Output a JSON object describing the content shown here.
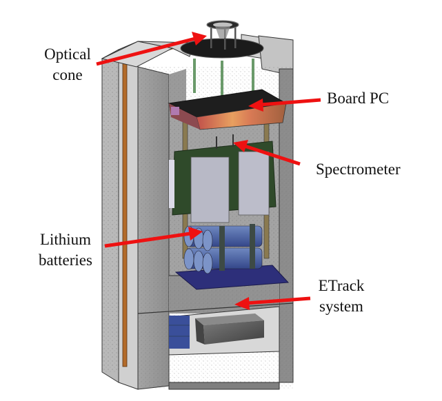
{
  "figure": {
    "subject": "Instrument enclosure cutaway",
    "labels": {
      "optical_cone": "Optical\ncone",
      "board_pc": "Board PC",
      "spectrometer": "Spectrometer",
      "lithium_batteries": "Lithium\nbatteries",
      "etrack_system": "ETrack\nsystem"
    },
    "arrow_color": "#ee1111",
    "colors": {
      "foam": "#9a9a9a",
      "foam_light": "#c9c9c9",
      "foam_dark": "#7c7c7c",
      "copper_strip": "#b26b2a",
      "board_top": "#1e1e1e",
      "board_side": "#d06a50",
      "spectrometer_panel": "#b8b9c6",
      "spectrometer_frame": "#2f4a2a",
      "battery": "#4f6aa5",
      "battery_base": "#2d2f7a",
      "etrack_box": "#5a5a5a",
      "rod": "#8a7a50",
      "green_rod": "#6a9a6a"
    }
  }
}
